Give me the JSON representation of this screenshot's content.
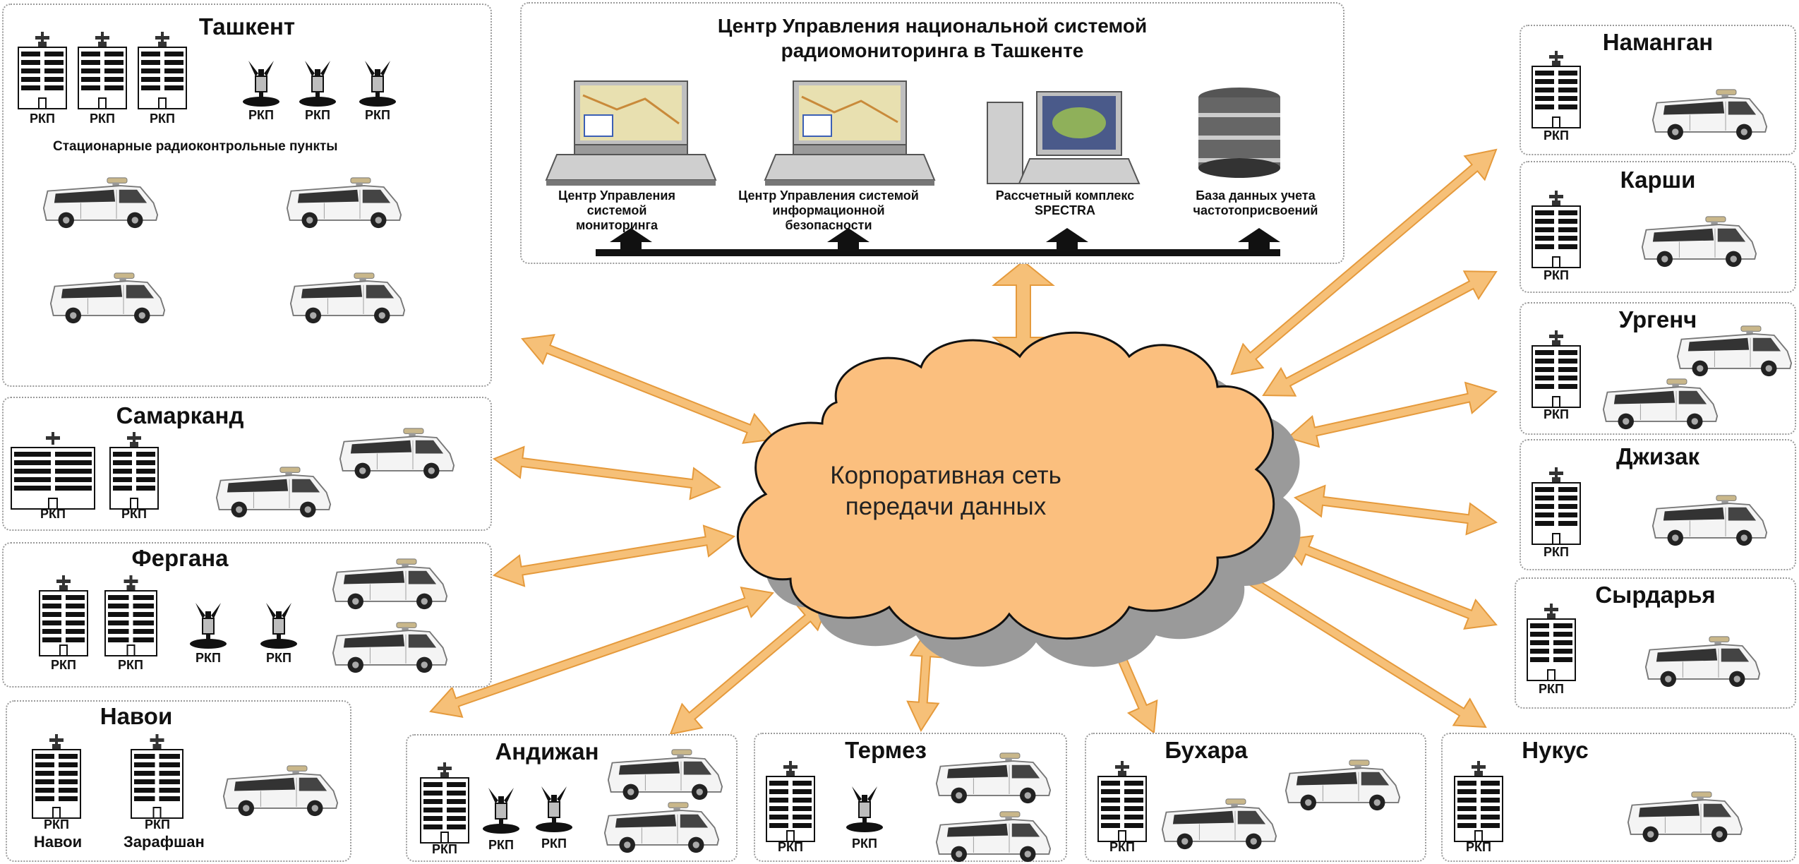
{
  "center": {
    "title_line1": "Центр Управления национальной системой",
    "title_line2": "радиомониторинга в Ташкенте",
    "components": [
      {
        "line1": "Центр Управления",
        "line2": "системой",
        "line3": "мониторинга"
      },
      {
        "line1": "Центр Управления системой",
        "line2": "информационной",
        "line3": "безопасности"
      },
      {
        "line1": "Рассчетный комплекс",
        "line2": "SPECTRA",
        "line3": ""
      },
      {
        "line1": "База данных учета",
        "line2": "частотоприсвоений",
        "line3": ""
      }
    ]
  },
  "cloud": {
    "line1": "Корпоративная сеть",
    "line2": "передачи данных"
  },
  "labels": {
    "rkp": "РКП",
    "stationary_note": "Стационарные радиоконтрольные пункты"
  },
  "regions": {
    "tashkent": "Ташкент",
    "samarkand": "Самарканд",
    "fergana": "Фергана",
    "navoi": "Навои",
    "andijan": "Андижан",
    "termez": "Термез",
    "bukhara": "Бухара",
    "nukus": "Нукус",
    "namangan": "Наманган",
    "karshi": "Карши",
    "urgench": "Ургенч",
    "jizzakh": "Джизак",
    "syrdarya": "Сырдарья"
  },
  "navoi_sites": {
    "site1": "Навои",
    "site2": "Зарафшан"
  },
  "colors": {
    "arrow_fill": "#f6c078",
    "arrow_stroke": "#e59a3c",
    "cloud_fill": "#fbbf7e",
    "cloud_stroke": "#111111",
    "border": "#9a9a9a"
  }
}
